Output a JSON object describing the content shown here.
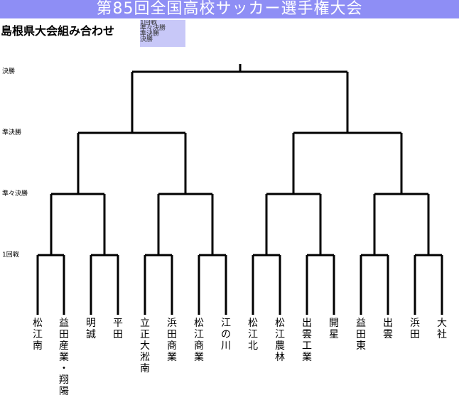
{
  "banner": {
    "title": "第85回全国高校サッカー選手権大会"
  },
  "header": {
    "subtitle": "島根県大会組み合わせ"
  },
  "nav": {
    "links": [
      "1回戦",
      "準々決勝",
      "準決勝",
      "決勝"
    ]
  },
  "rounds": {
    "final": "決勝",
    "semifinal": "準決勝",
    "quarterfinal": "準々決勝",
    "first": "1回戦"
  },
  "teams": [
    "松江南",
    "益田産業・翔陽",
    "明誠",
    "平田",
    "立正大淞南",
    "浜田商業",
    "松江商業",
    "江の川",
    "松江北",
    "松江農林",
    "出雲工業",
    "開星",
    "益田東",
    "出雲",
    "浜田",
    "大社"
  ],
  "colors": {
    "banner": "#8e8ef5",
    "nav_box": "#c8c8f8",
    "line": "#000000"
  }
}
